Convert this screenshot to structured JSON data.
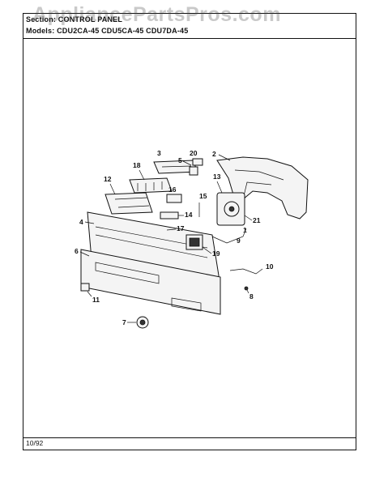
{
  "watermark": "AppliancePartsPros.com",
  "header": {
    "section": "Section: CONTROL PANEL",
    "models": "Models: CDU2CA-45   CDU5CA-45   CDU7DA-45"
  },
  "footer": {
    "date": "10/92"
  },
  "callouts": [
    "1",
    "2",
    "3",
    "4",
    "5",
    "6",
    "7",
    "8",
    "9",
    "10",
    "11",
    "12",
    "13",
    "14",
    "15",
    "16",
    "17",
    "18",
    "19",
    "20",
    "21"
  ]
}
